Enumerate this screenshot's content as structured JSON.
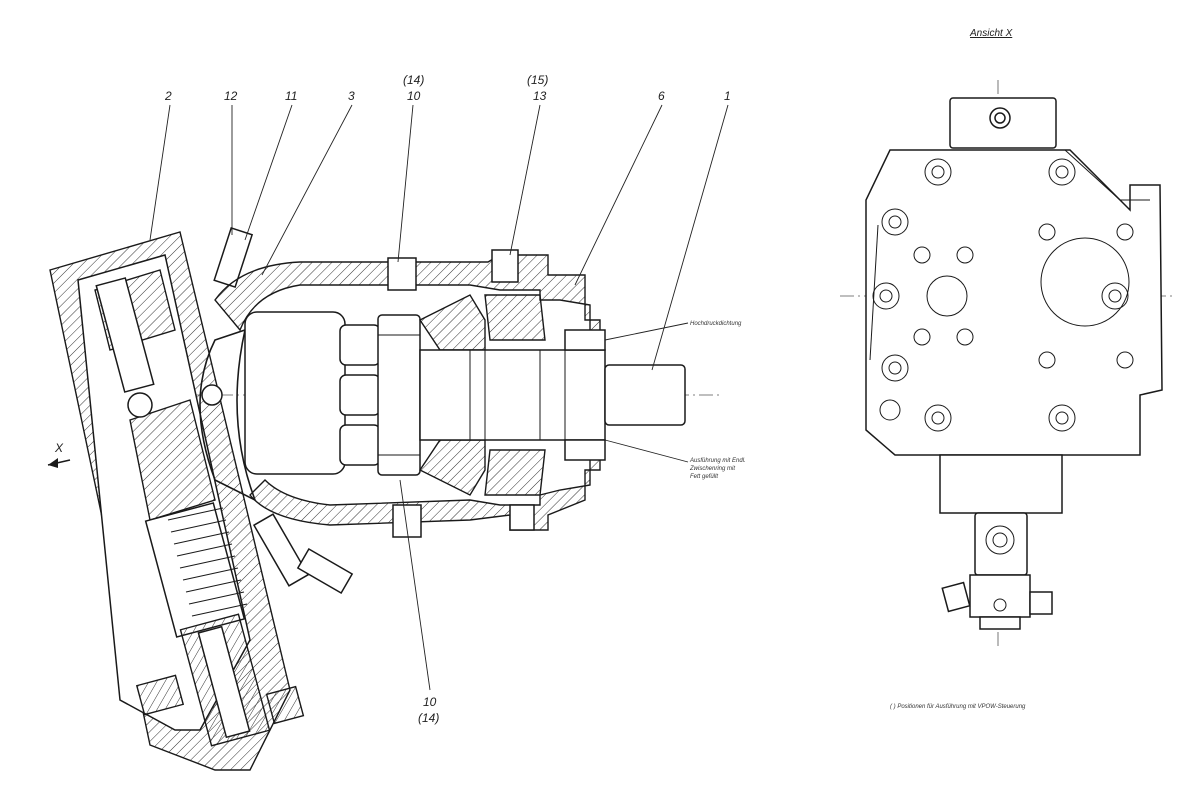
{
  "part_labels": {
    "p2": "2",
    "p12": "12",
    "p11": "11",
    "p3": "3",
    "p10_top": "10",
    "p14_top": "(14)",
    "p15": "(15)",
    "p13": "13",
    "p6": "6",
    "p1": "1",
    "p10_bottom": "10",
    "p14_bottom": "(14)"
  },
  "view_title": "Ansicht X",
  "view_arrow_label": "X",
  "annotations": {
    "note_top": "Hochdruckdichtung",
    "note_lower_1": "Ausführung mit Endl.",
    "note_lower_2": "Zwischenring mit",
    "note_lower_3": "Fett gefüllt",
    "footnote": "( ) Positionen für Ausführung mit VPOW-Steuerung"
  },
  "colors": {
    "ink": "#1a1a1a",
    "paper": "#ffffff"
  }
}
